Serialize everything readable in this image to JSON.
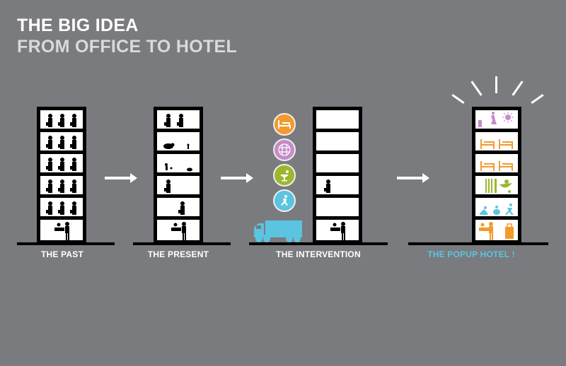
{
  "title": {
    "line1": "THE BIG IDEA",
    "line2": "FROM OFFICE TO HOTEL"
  },
  "stages": [
    {
      "label": "THE PAST",
      "label_color": "#ffffff"
    },
    {
      "label": "THE PRESENT",
      "label_color": "#ffffff"
    },
    {
      "label": "THE INTERVENTION",
      "label_color": "#ffffff"
    },
    {
      "label": "THE POPUP HOTEL !",
      "label_color": "#5bc4e0"
    }
  ],
  "intervention_icons": [
    {
      "name": "bed-icon",
      "color": "#f39a2e"
    },
    {
      "name": "globe-icon",
      "color": "#c68bc9"
    },
    {
      "name": "food-drink-icon",
      "color": "#9ab82e"
    },
    {
      "name": "skater-icon",
      "color": "#5bc4e0"
    }
  ],
  "colors": {
    "background": "#7a7b7e",
    "orange": "#f39a2e",
    "purple": "#c68bc9",
    "green": "#9ab82e",
    "blue": "#5bc4e0"
  }
}
